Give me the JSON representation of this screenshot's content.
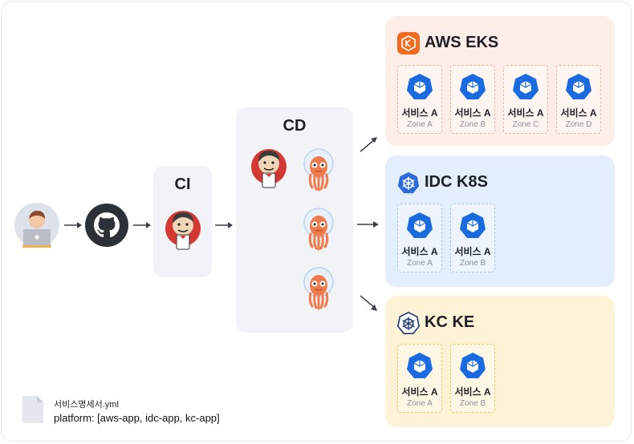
{
  "ci": {
    "label": "CI"
  },
  "cd": {
    "label": "CD"
  },
  "clusters": [
    {
      "name": "AWS EKS",
      "bg": "#fdeee9",
      "border": "#f3b7a0",
      "logo_color": "#f36b21",
      "services": [
        {
          "name": "서비스 A",
          "zone": "Zone A"
        },
        {
          "name": "서비스 A",
          "zone": "Zone B"
        },
        {
          "name": "서비스 A",
          "zone": "Zone C"
        },
        {
          "name": "서비스 A",
          "zone": "Zone D"
        }
      ]
    },
    {
      "name": "IDC K8S",
      "bg": "#e3effc",
      "border": "#a9cbf0",
      "logo_color": "#2d6bdd",
      "services": [
        {
          "name": "서비스 A",
          "zone": "Zone A"
        },
        {
          "name": "서비스 A",
          "zone": "Zone B"
        }
      ]
    },
    {
      "name": "KC KE",
      "bg": "#fef3d6",
      "border": "#f2c96a",
      "logo_color": "#233a75",
      "services": [
        {
          "name": "서비스 A",
          "zone": "Zone A"
        },
        {
          "name": "서비스 A",
          "zone": "Zone B"
        }
      ]
    }
  ],
  "spec_file": {
    "filename": "서비스명세서.yml",
    "platform": "platform: [aws-app, idc-app, kc-app]"
  },
  "colors": {
    "kubernetes": "#1b6be0",
    "argo": "#ef7b4d",
    "jenkins_red": "#d33833",
    "github": "#2b3137"
  }
}
